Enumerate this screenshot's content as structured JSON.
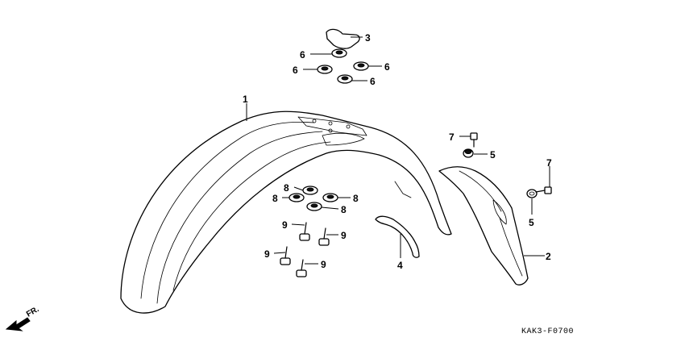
{
  "callouts": {
    "c1": "1",
    "c2": "2",
    "c3": "3",
    "c4": "4",
    "c5a": "5",
    "c5b": "5",
    "c6a": "6",
    "c6b": "6",
    "c6c": "6",
    "c6d": "6",
    "c7a": "7",
    "c7b": "7",
    "c8a": "8",
    "c8b": "8",
    "c8c": "8",
    "c8d": "8",
    "c9a": "9",
    "c9b": "9",
    "c9c": "9",
    "c9d": "9"
  },
  "drawing_code": "KAK3-F0700",
  "direction_label": "FR."
}
